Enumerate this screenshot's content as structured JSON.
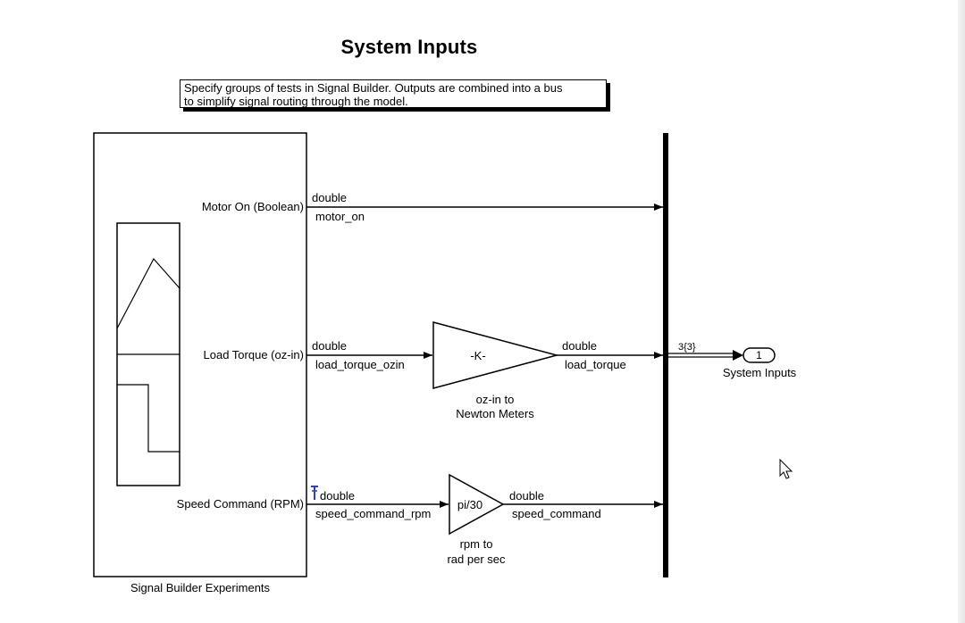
{
  "title": "System Inputs",
  "annotation": {
    "line1": "Specify groups of tests in Signal Builder. Outputs are combined into a bus",
    "line2": "to simplify signal routing through the model."
  },
  "signal_builder": {
    "name": "Signal Builder Experiments",
    "ports": {
      "motor_on": "Motor On (Boolean)",
      "load_torque": "Load Torque (oz-in)",
      "speed_command": "Speed Command (RPM)"
    }
  },
  "signals": {
    "motor_on": {
      "type": "double",
      "name": "motor_on"
    },
    "load_torque_ozin": {
      "type": "double",
      "name": "load_torque_ozin"
    },
    "load_torque": {
      "type": "double",
      "name": "load_torque"
    },
    "speed_command_rpm": {
      "type": "double",
      "name": "speed_command_rpm"
    },
    "speed_command": {
      "type": "double",
      "name": "speed_command"
    }
  },
  "gain_torque": {
    "value": "-K-",
    "label_line1": "oz-in to",
    "label_line2": "Newton Meters"
  },
  "gain_speed": {
    "value": "pi/30",
    "label_line1": "rpm to",
    "label_line2": "rad per sec"
  },
  "bus": {
    "width_label": "3{3}"
  },
  "outport": {
    "number": "1",
    "name": "System Inputs"
  },
  "colors": {
    "line": "#000000",
    "marker": "#2b3ec9"
  }
}
